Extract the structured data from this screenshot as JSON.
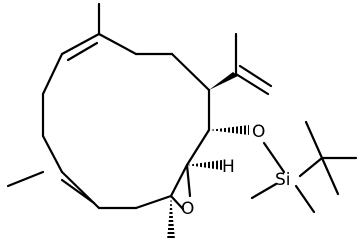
{
  "atoms": {
    "oxygen_silyl_ether": "O",
    "silicon": "Si",
    "hydrogen": "H",
    "oxygen_epoxide": "O"
  }
}
